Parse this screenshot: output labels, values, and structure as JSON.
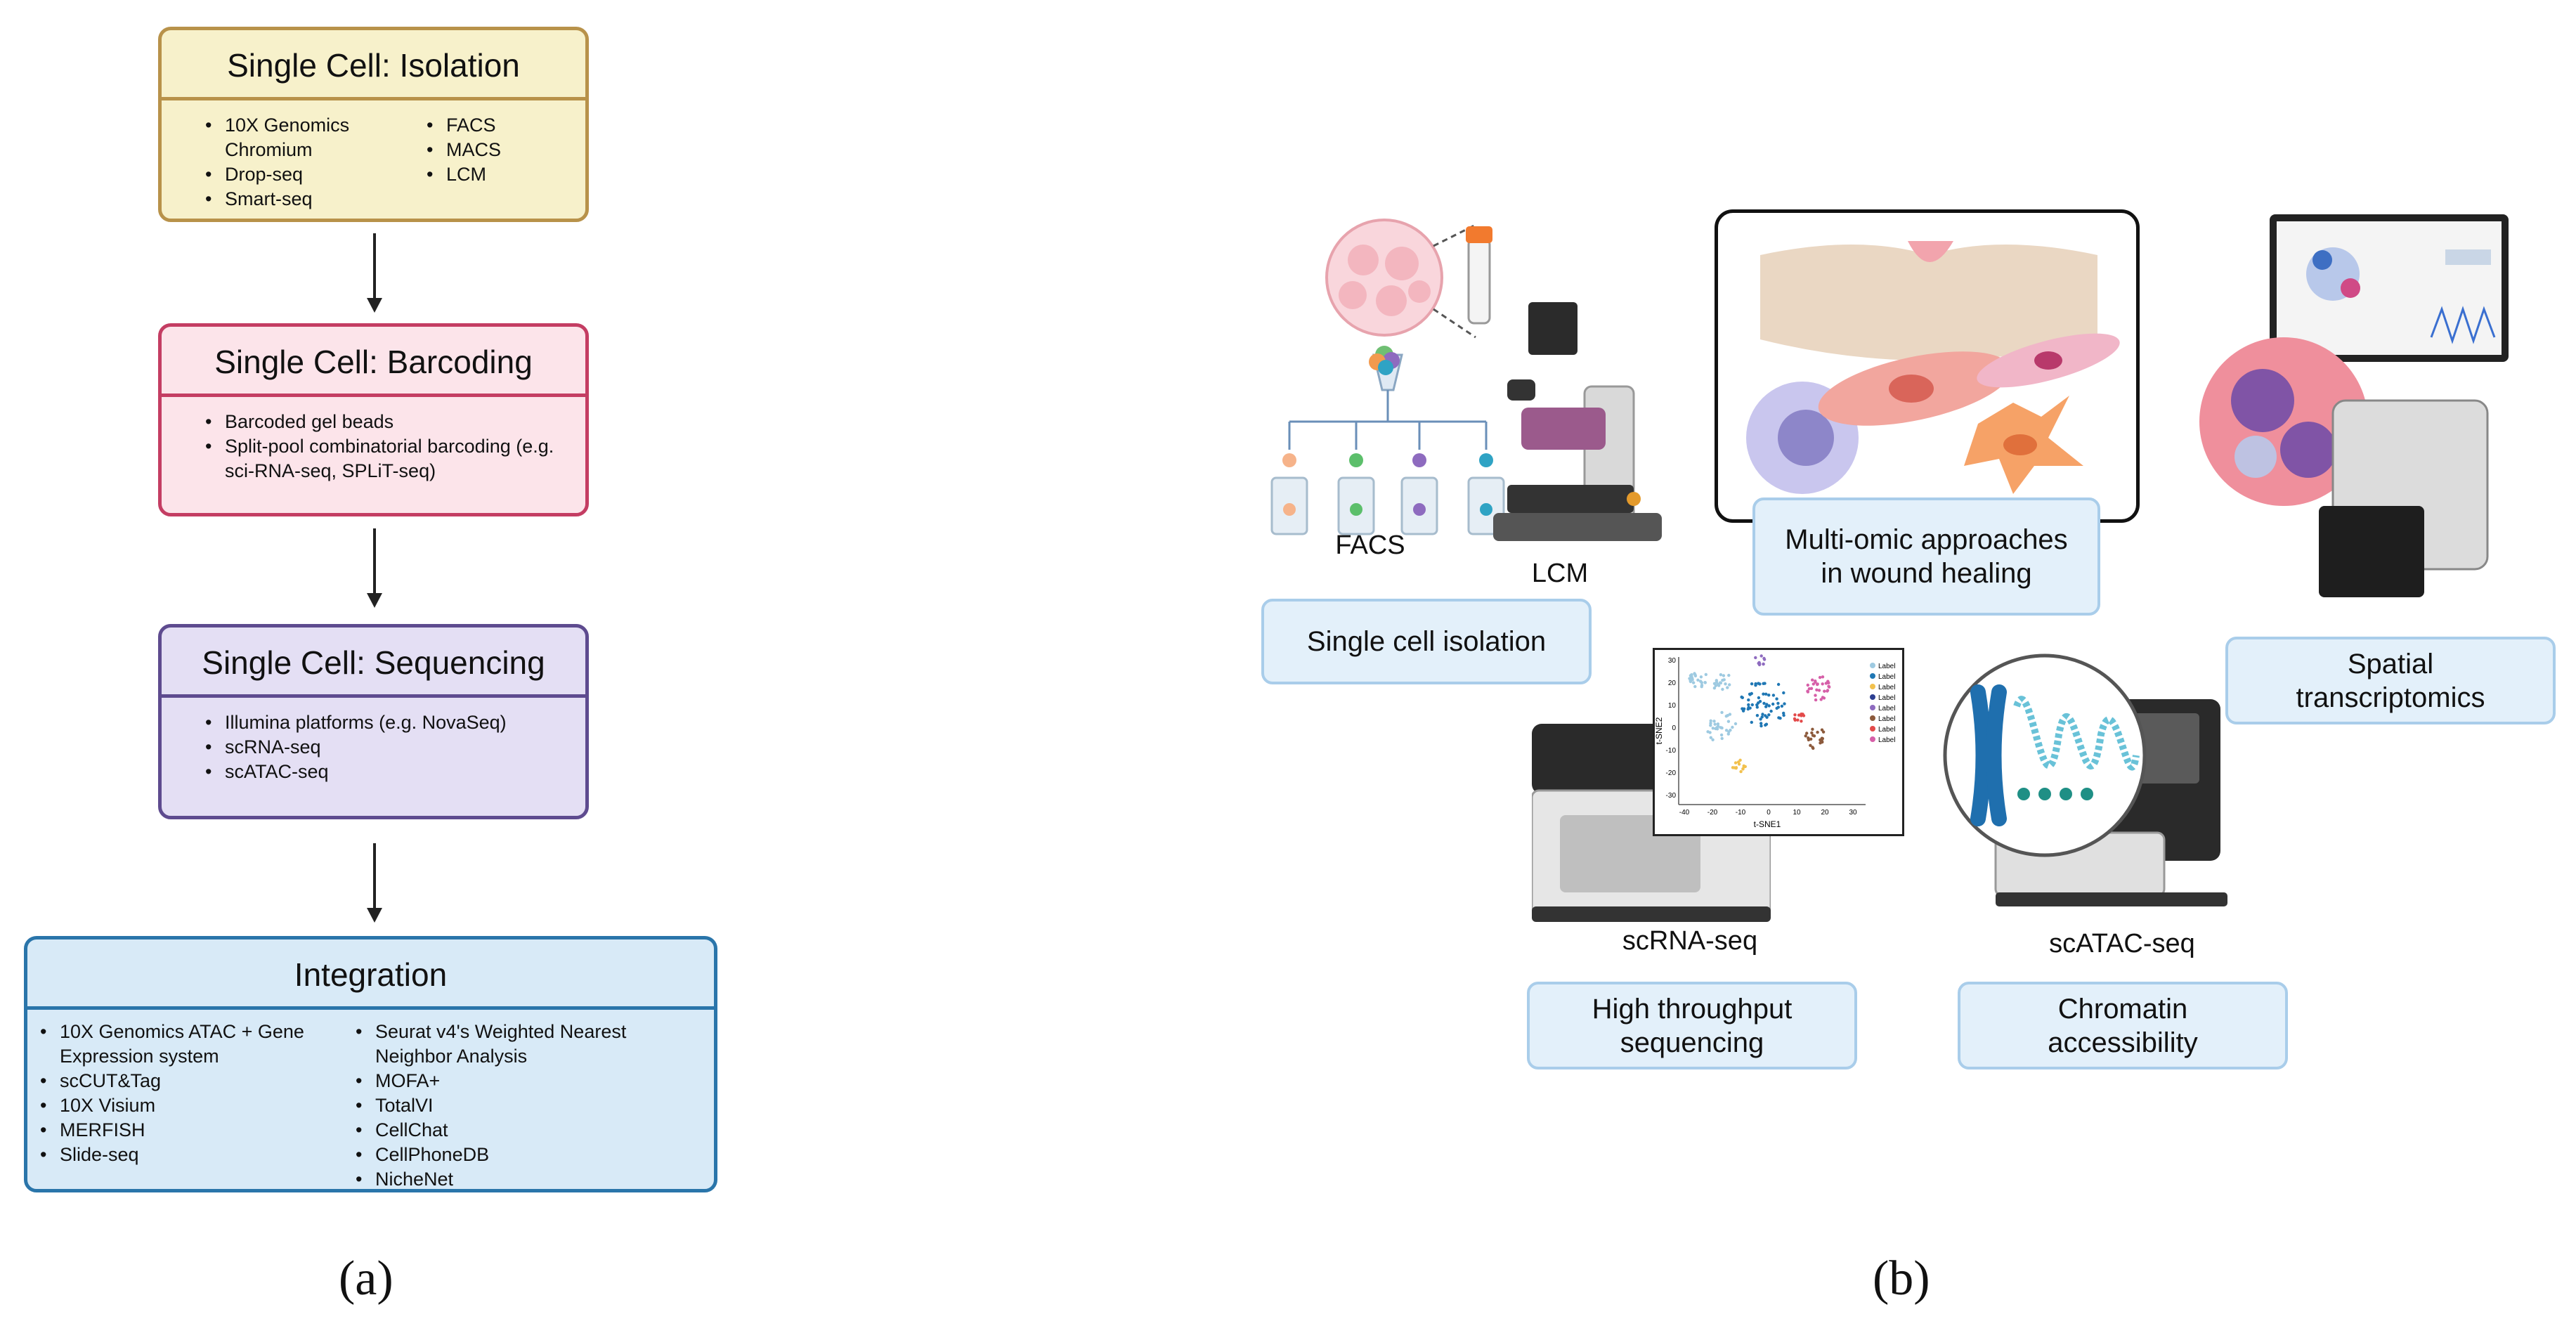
{
  "panel_a": {
    "label": "(a)",
    "boxes": [
      {
        "title": "Single Cell: Isolation",
        "colors": {
          "border": "#b8924a",
          "bg": "#f7f1cb"
        },
        "col1": [
          "10X Genomics Chromium",
          "Drop-seq",
          "Smart-seq"
        ],
        "col2": [
          "FACS",
          "MACS",
          "LCM"
        ]
      },
      {
        "title": "Single Cell: Barcoding",
        "colors": {
          "border": "#c43d63",
          "bg": "#fce4ea"
        },
        "col1": [
          "Barcoded gel beads",
          "Split-pool combinatorial barcoding (e.g. sci-RNA-seq, SPLiT-seq)"
        ],
        "col2": []
      },
      {
        "title": "Single Cell: Sequencing",
        "colors": {
          "border": "#5e4b8f",
          "bg": "#e4dff4"
        },
        "col1": [
          "Illumina platforms (e.g. NovaSeq)",
          "scRNA-seq",
          "scATAC-seq"
        ],
        "col2": []
      },
      {
        "title": "Integration",
        "colors": {
          "border": "#2a75aa",
          "bg": "#d8eaf7"
        },
        "col1": [
          "10X Genomics ATAC + Gene Expression system",
          "scCUT&Tag",
          "10X Visium",
          "MERFISH",
          "Slide-seq"
        ],
        "col2": [
          "Seurat v4's Weighted Nearest Neighbor Analysis",
          "MOFA+",
          "TotalVI",
          "CellChat",
          "CellPhoneDB",
          "NicheNet"
        ]
      }
    ]
  },
  "panel_b": {
    "label": "(b)",
    "captions": {
      "facs": "FACS",
      "lcm": "LCM",
      "scrna": "scRNA-seq",
      "scatac": "scATAC-seq"
    },
    "labels": {
      "isolation": "Single cell isolation",
      "multiomic": "Multi-omic approaches in wound healing",
      "spatial": "Spatial transcriptomics",
      "throughput": "High throughput sequencing",
      "chromatin": "Chromatin accessibility"
    },
    "tsne": {
      "xlabel": "t-SNE1",
      "ylabel": "t-SNE2",
      "xticks": [
        "-40",
        "-20",
        "-10",
        "0",
        "10",
        "20",
        "30"
      ],
      "yticks": [
        "30",
        "20",
        "10",
        "0",
        "-10",
        "-20",
        "-30"
      ],
      "legend": [
        "Label",
        "Label",
        "Label",
        "Label",
        "Label",
        "Label",
        "Label",
        "Label"
      ],
      "legend_colors": [
        "#9ecae1",
        "#1f77b4",
        "#f2c14e",
        "#2c3e91",
        "#8e6bbf",
        "#8c5a3c",
        "#e34a4a",
        "#d65fa8"
      ]
    }
  }
}
